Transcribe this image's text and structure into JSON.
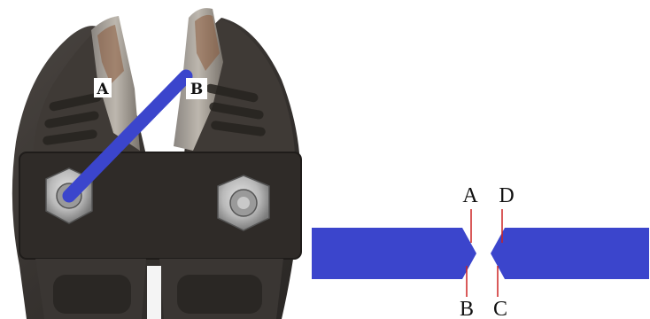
{
  "photo": {
    "label_a": "A",
    "label_b": "B"
  },
  "diagram": {
    "label_a": "A",
    "label_b": "B",
    "label_c": "C",
    "label_d": "D"
  },
  "colors": {
    "blade_bar": "#3b45cc",
    "marker_line": "#cc2222",
    "cutter_body": "#3b3734"
  }
}
